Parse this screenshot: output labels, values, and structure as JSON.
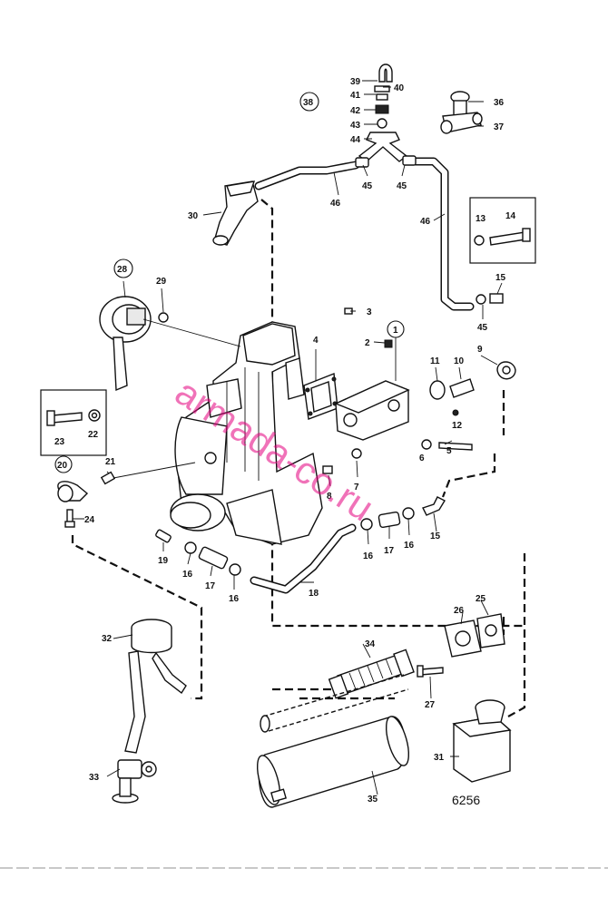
{
  "callouts": {
    "c1": "1",
    "c2": "2",
    "c3": "3",
    "c4": "4",
    "c5": "5",
    "c6": "6",
    "c7": "7",
    "c8": "8",
    "c9": "9",
    "c10": "10",
    "c11": "11",
    "c12": "12",
    "c13": "13",
    "c14": "14",
    "c15a": "15",
    "c15b": "15",
    "c16a": "16",
    "c16b": "16",
    "c16c": "16",
    "c16d": "16",
    "c17a": "17",
    "c17b": "17",
    "c18": "18",
    "c19": "19",
    "c20": "20",
    "c21": "21",
    "c22": "22",
    "c23": "23",
    "c24": "24",
    "c25": "25",
    "c26": "26",
    "c27": "27",
    "c28": "28",
    "c29": "29",
    "c30": "30",
    "c31": "31",
    "c32": "32",
    "c33": "33",
    "c34": "34",
    "c35": "35",
    "c36": "36",
    "c37": "37",
    "c38": "38",
    "c39": "39",
    "c40": "40",
    "c41": "41",
    "c42": "42",
    "c43": "43",
    "c44": "44",
    "c45a": "45",
    "c45b": "45",
    "c45c": "45",
    "c46a": "46",
    "c46b": "46"
  },
  "drawing_code": "6256",
  "watermark": "armada-co.ru",
  "colors": {
    "ink": "#111111",
    "watermark": "#e4007f",
    "background": "#ffffff"
  }
}
